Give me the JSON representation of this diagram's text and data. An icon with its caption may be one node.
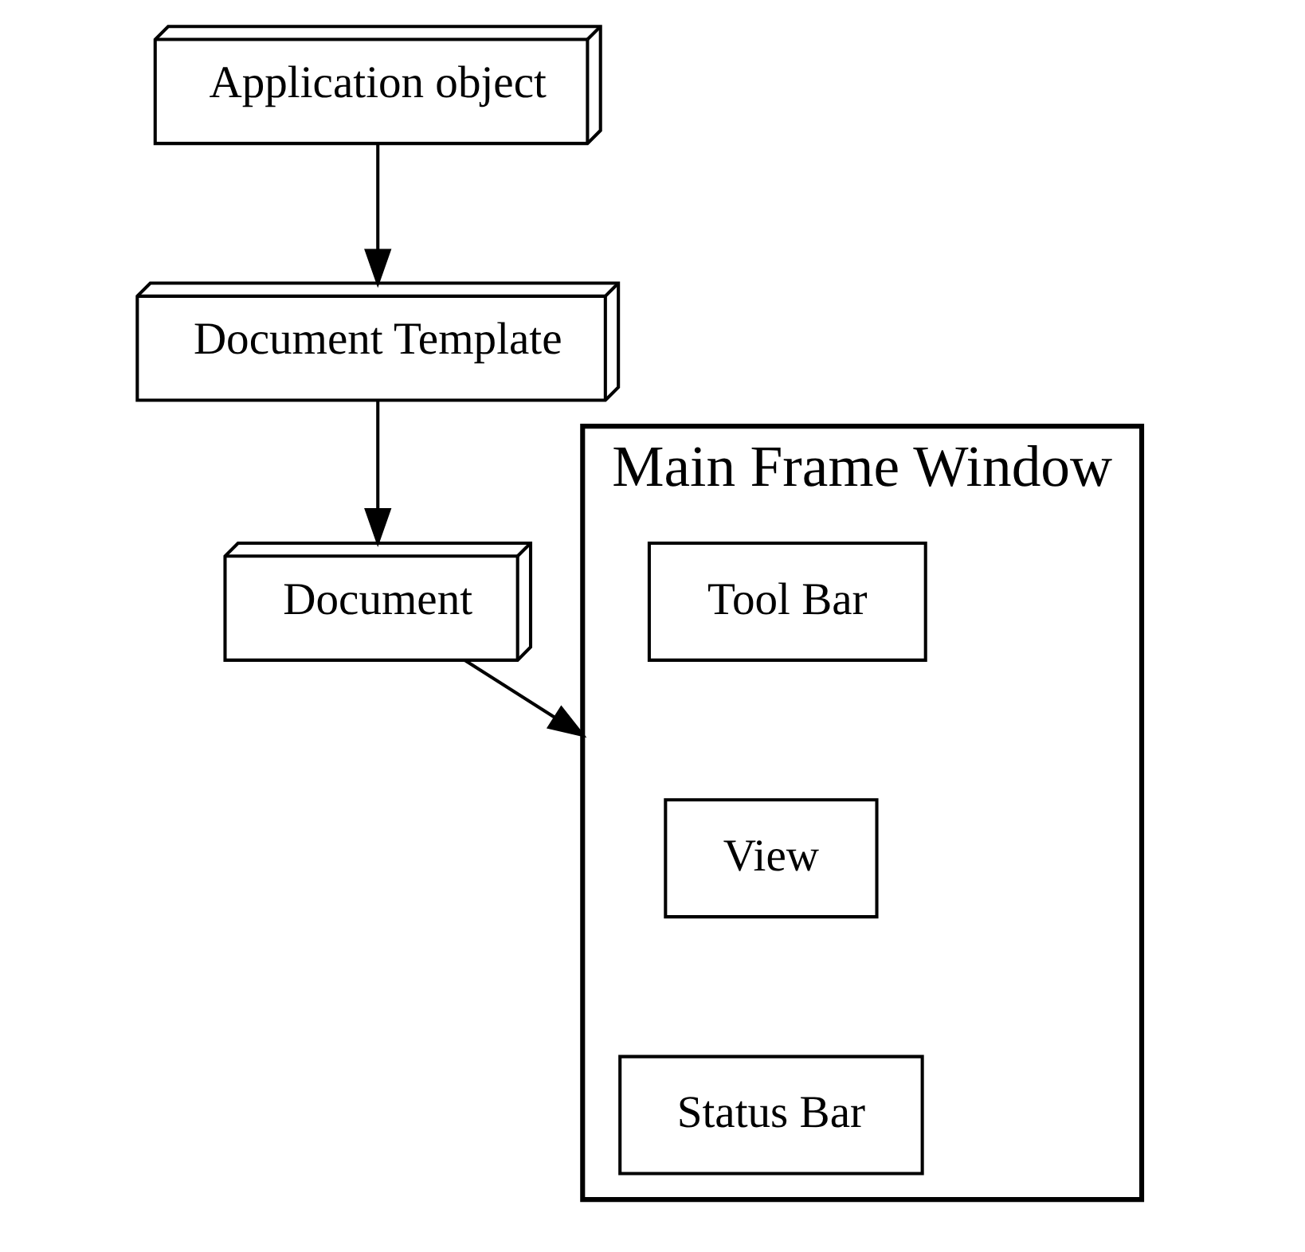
{
  "diagram": {
    "nodes": [
      {
        "text": [
          "Application object"
        ]
      },
      {
        "text": [
          "Document Template"
        ]
      },
      {
        "text": [
          "Document"
        ]
      },
      {
        "text": [
          "Main Frame Window"
        ]
      },
      {
        "text": [
          "Tool Bar"
        ],
        "in": 3
      },
      {
        "text": [
          "View"
        ],
        "in": 3
      },
      {
        "text": [
          "Status Bar"
        ],
        "in": 3
      }
    ],
    "edges": [
      {
        "from": 0,
        "to": 1,
        "arrow": "to"
      },
      {
        "from": 1,
        "to": 2,
        "arrow": "to"
      },
      {
        "from": 2,
        "to": 3,
        "arrow": "to"
      }
    ]
  }
}
